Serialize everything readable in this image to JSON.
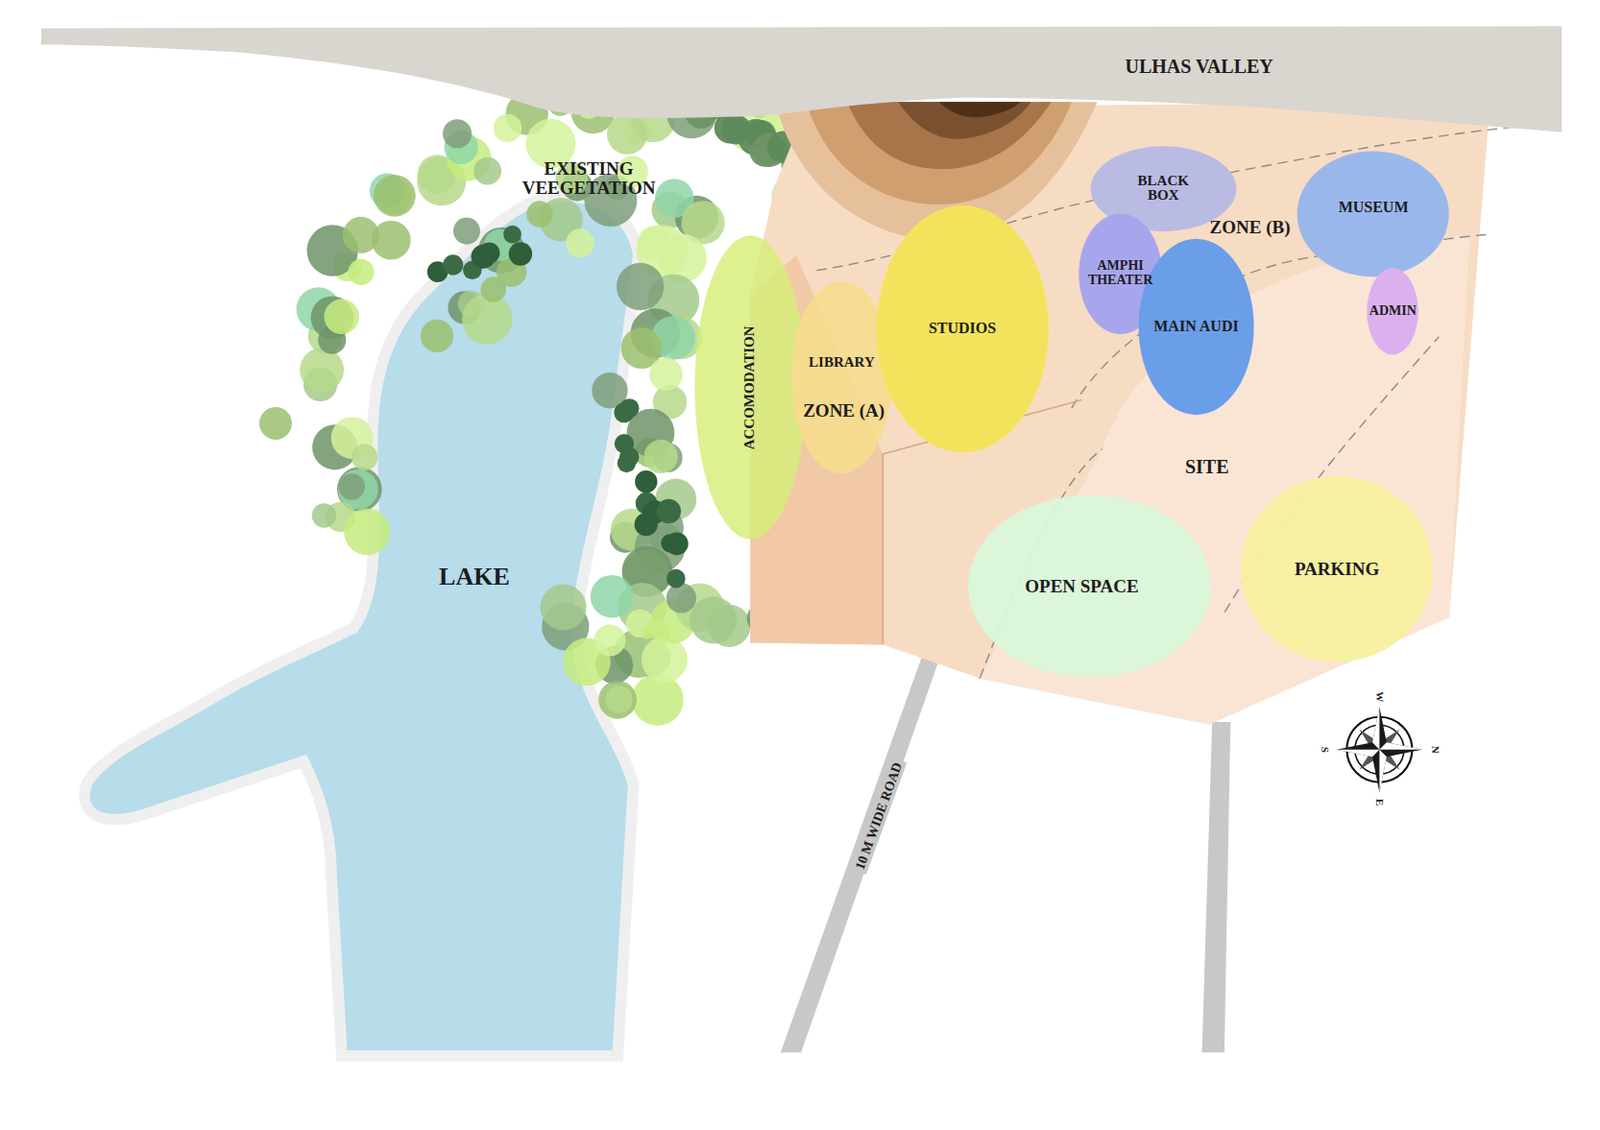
{
  "diagram": {
    "nodes": [
      {
        "text": [
          "ULHAS VALLEY"
        ]
      },
      {
        "text": [
          "LAKE"
        ]
      },
      {
        "text": [
          "SITE"
        ]
      },
      {
        "text": [
          "ACCOMODATION"
        ],
        "in": 2
      },
      {
        "text": [
          "LIBRARY"
        ],
        "in": 2
      },
      {
        "text": [
          "STUDIOS"
        ],
        "in": 2
      },
      {
        "text": [
          "BLACK BOX"
        ],
        "in": 2
      },
      {
        "text": [
          "AMPHI THEATER"
        ],
        "in": 2
      },
      {
        "text": [
          "MUSEUM"
        ],
        "in": 2
      },
      {
        "text": [
          "MAIN AUDI"
        ],
        "in": 2
      },
      {
        "text": [
          "ADMIN"
        ],
        "in": 2
      },
      {
        "text": [
          "OPEN SPACE"
        ],
        "in": 2
      },
      {
        "text": [
          "PARKING"
        ],
        "in": 2
      }
    ],
    "labels": [
      "EXISTING VEEGETATION",
      "ZONE (B)",
      "ZONE (A)",
      "10 M WIDE ROAD",
      "W",
      "N",
      "E",
      "S"
    ]
  }
}
